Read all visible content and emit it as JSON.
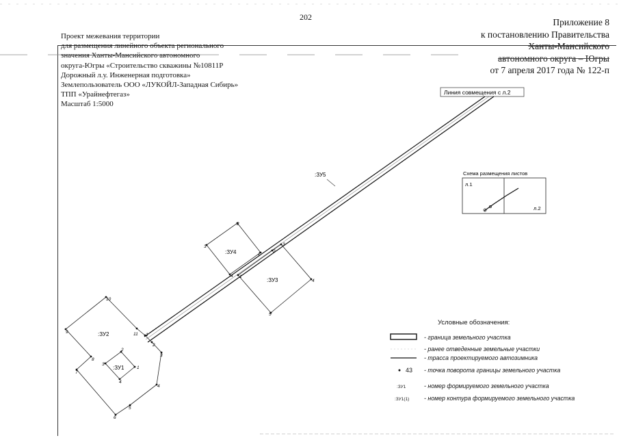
{
  "header": {
    "page_number": "202",
    "appendix_lines": [
      "Приложение 8",
      "к постановлению Правительства",
      "Ханты-Мансийского",
      "автономного округа – Югры",
      "от 7 апреля 2017 года № 122-п"
    ]
  },
  "project": {
    "lines": [
      "Проект межевания территории",
      "для размещения линейного объекта регионального",
      "значения Ханты-Мансийского автономного",
      "округа-Югры «Строительство скважины №10811Р",
      "Дорожный л.у. Инженерная подготовка»",
      "Землепользователь ООО «ЛУКОЙЛ-Западная Сибирь»",
      "ТПП «Урайнефтегаз»",
      "Масштаб 1:5000"
    ]
  },
  "map": {
    "alignment_label": "Линия совмещения с л.2",
    "parcels": {
      "zu1": ":ЗУ1",
      "zu2": ":ЗУ2",
      "zu3": ":ЗУ3",
      "zu4": ":ЗУ4",
      "zu5": ":ЗУ5"
    },
    "points": {
      "zu1": [
        "1",
        "2",
        "3",
        "4"
      ],
      "zu2": [
        "1",
        "2",
        "3",
        "4",
        "5",
        "6",
        "7",
        "8",
        "9",
        "10",
        "11"
      ],
      "zu3": [
        "1",
        "2",
        "3",
        "4",
        "5"
      ],
      "zu4": [
        "1",
        "2",
        "3",
        "4"
      ]
    }
  },
  "inset": {
    "title": "Схема размещения листов",
    "sheet1": "л.1",
    "sheet2": "л.2"
  },
  "legend": {
    "title": "Условные обозначения:",
    "items": [
      {
        "symbol": "",
        "text": "- граница земельного участка"
      },
      {
        "symbol": "",
        "text": "- ранее отведенные земельные участки"
      },
      {
        "symbol": "",
        "text": "- трасса проектируемого автозимника"
      },
      {
        "symbol": "43",
        "text": "- точка поворота границы земельного участка"
      },
      {
        "symbol": ":ЗУ1",
        "text": "- номер формируемого земельного участка"
      },
      {
        "symbol": ":ЗУ1(1)",
        "text": "- номер контура формируемого земельного участка"
      }
    ]
  }
}
